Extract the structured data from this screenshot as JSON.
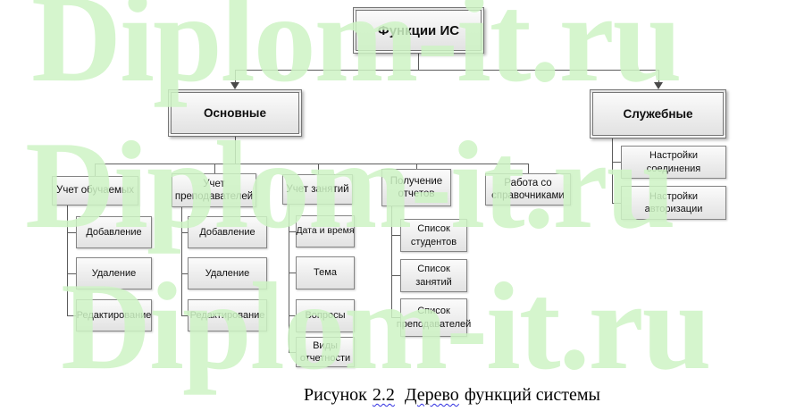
{
  "watermark": {
    "text": "Diplom-it.ru",
    "color": "#d2f0c8"
  },
  "diagram": {
    "root": {
      "label": "Функции ИС"
    },
    "level2": [
      {
        "label": "Основные"
      },
      {
        "label": "Служебные"
      }
    ],
    "main_children": [
      {
        "label": "Учет обучаемых",
        "children": [
          "Добавление",
          "Удаление",
          "Редактирование"
        ]
      },
      {
        "label": "Учет преподавателей",
        "children": [
          "Добавление",
          "Удаление",
          "Редактирование"
        ]
      },
      {
        "label": "Учет занятий",
        "children": [
          "Дата и время",
          "Тема",
          "Вопросы",
          "Виды отчетности"
        ]
      },
      {
        "label": "Получение отчетов",
        "children": [
          "Список студентов",
          "Список занятий",
          "Список преподавателей"
        ]
      },
      {
        "label": "Работа со справочниками",
        "children": []
      }
    ],
    "service_children": [
      "Настройки соединения",
      "Настройки авторизации"
    ]
  },
  "caption": {
    "word1": "Рисунок",
    "number": "2.2",
    "word2": "Дерево",
    "rest": "функций системы"
  }
}
